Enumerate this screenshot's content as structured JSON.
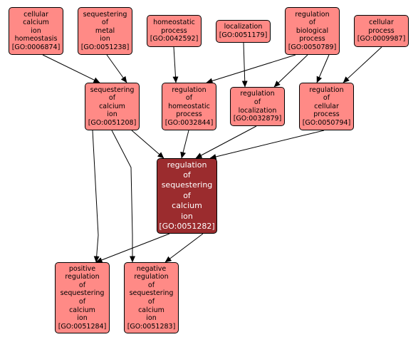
{
  "colors": {
    "node_fill": "#ff8a86",
    "focus_fill": "#9b2c2e",
    "border": "#000000",
    "edge": "#000000",
    "focus_text": "#ffffff"
  },
  "nodes": [
    {
      "id": "n6874",
      "lines": [
        "cellular",
        "calcium",
        "ion",
        "homeostasis",
        "[GO:0006874]"
      ]
    },
    {
      "id": "n1238",
      "lines": [
        "sequestering",
        "of",
        "metal",
        "ion",
        "[GO:0051238]"
      ]
    },
    {
      "id": "n2592",
      "lines": [
        "homeostatic",
        "process",
        "[GO:0042592]"
      ]
    },
    {
      "id": "n1179",
      "lines": [
        "localization",
        "[GO:0051179]"
      ]
    },
    {
      "id": "n0789",
      "lines": [
        "regulation",
        "of",
        "biological",
        "process",
        "[GO:0050789]"
      ]
    },
    {
      "id": "n9987",
      "lines": [
        "cellular",
        "process",
        "[GO:0009987]"
      ]
    },
    {
      "id": "n1208",
      "lines": [
        "sequestering",
        "of",
        "calcium",
        "ion",
        "[GO:0051208]"
      ]
    },
    {
      "id": "n2844",
      "lines": [
        "regulation",
        "of",
        "homeostatic",
        "process",
        "[GO:0032844]"
      ]
    },
    {
      "id": "n2879",
      "lines": [
        "regulation",
        "of",
        "localization",
        "[GO:0032879]"
      ]
    },
    {
      "id": "n0794",
      "lines": [
        "regulation",
        "of",
        "cellular",
        "process",
        "[GO:0050794]"
      ]
    },
    {
      "id": "n1282",
      "focus": true,
      "lines": [
        "regulation",
        "of",
        "sequestering",
        "of",
        "calcium",
        "ion",
        "[GO:0051282]"
      ]
    },
    {
      "id": "n1284",
      "lines": [
        "positive",
        "regulation",
        "of",
        "sequestering",
        "of",
        "calcium",
        "ion",
        "[GO:0051284]"
      ]
    },
    {
      "id": "n1283",
      "lines": [
        "negative",
        "regulation",
        "of",
        "sequestering",
        "of",
        "calcium",
        "ion",
        "[GO:0051283]"
      ]
    }
  ],
  "edges": [
    {
      "from": "n6874",
      "to": "n1208"
    },
    {
      "from": "n1238",
      "to": "n1208"
    },
    {
      "from": "n2592",
      "to": "n2844"
    },
    {
      "from": "n0789",
      "to": "n2844"
    },
    {
      "from": "n1179",
      "to": "n2879"
    },
    {
      "from": "n0789",
      "to": "n2879"
    },
    {
      "from": "n0789",
      "to": "n0794"
    },
    {
      "from": "n9987",
      "to": "n0794"
    },
    {
      "from": "n1208",
      "to": "n1282"
    },
    {
      "from": "n2844",
      "to": "n1282"
    },
    {
      "from": "n2879",
      "to": "n1282"
    },
    {
      "from": "n0794",
      "to": "n1282"
    },
    {
      "from": "n1208",
      "to": "n1284"
    },
    {
      "from": "n1282",
      "to": "n1284"
    },
    {
      "from": "n1208",
      "to": "n1283"
    },
    {
      "from": "n1282",
      "to": "n1283"
    }
  ]
}
